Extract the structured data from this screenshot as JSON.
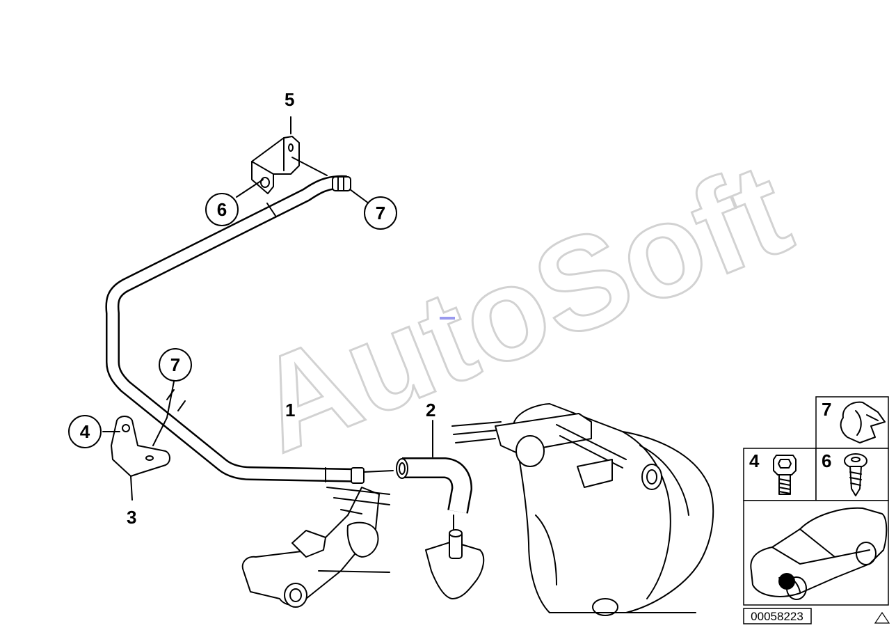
{
  "watermark": "AutoSoft",
  "labels": {
    "part_1": "1",
    "part_2": "2",
    "part_3": "3",
    "part_5": "5"
  },
  "callouts": {
    "c4": "4",
    "c6": "6",
    "c7_top": "7",
    "c7_left": "7"
  },
  "parts_panel": {
    "item_7": "7",
    "item_4": "4",
    "item_6": "6"
  },
  "diagram_id": "00058223"
}
